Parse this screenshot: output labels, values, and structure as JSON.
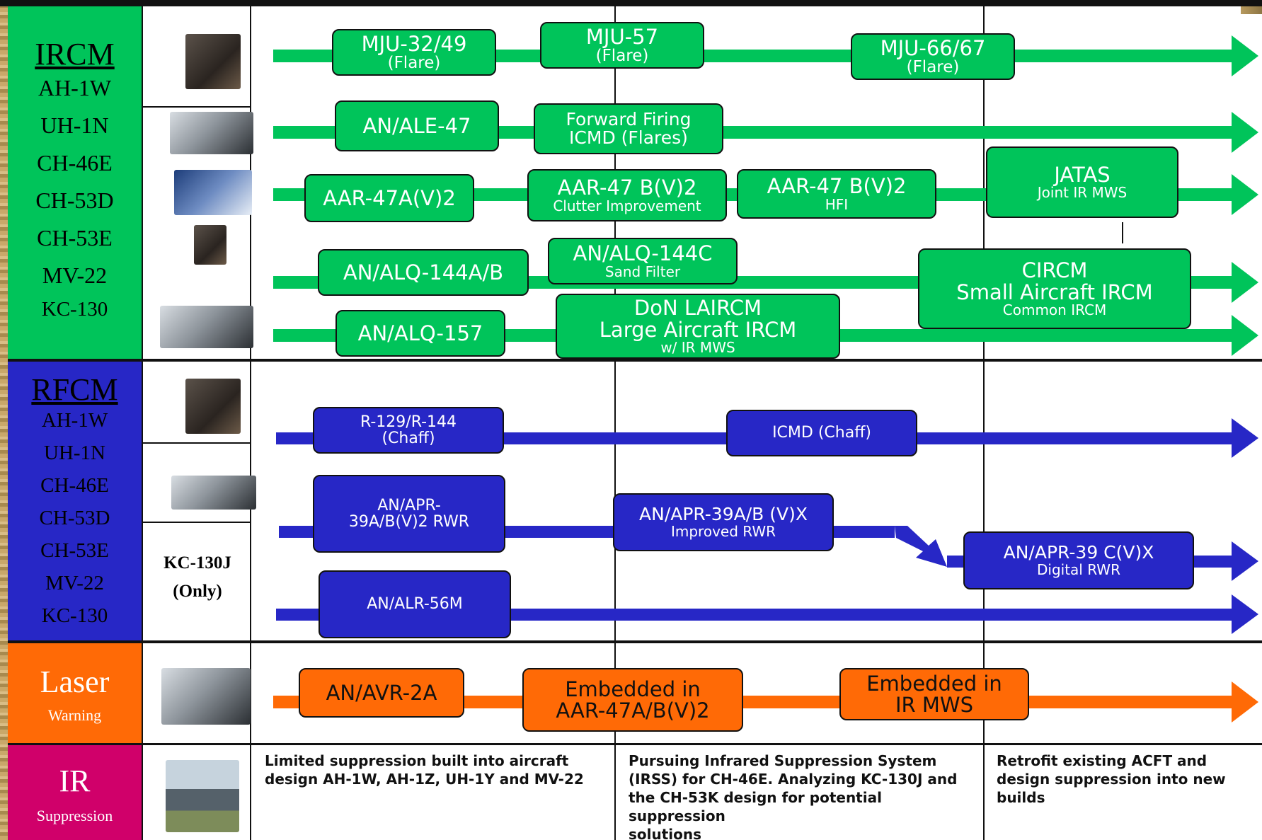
{
  "categories": {
    "ircm": {
      "title": "IRCM",
      "platforms": [
        "AH-1W",
        "UH-1N",
        "CH-46E",
        "CH-53D",
        "CH-53E",
        "MV-22",
        "KC-130"
      ],
      "color": "#00c45a"
    },
    "rfcm": {
      "title": "RFCM",
      "platforms": [
        "AH-1W",
        "UH-1N",
        "CH-46E",
        "CH-53D",
        "CH-53E",
        "MV-22",
        "KC-130"
      ],
      "color": "#2727c6"
    },
    "laser": {
      "title": "Laser",
      "subtitle": "Warning",
      "color": "#ff6a06"
    },
    "irs": {
      "title": "IR",
      "subtitle": "Suppression",
      "color": "#d0006a"
    }
  },
  "rfcm_row3_note": {
    "line1": "KC-130J",
    "line2": "(Only)"
  },
  "ircm_rows": [
    [
      {
        "line1": "MJU-32/49",
        "line2": "(Flare)"
      },
      {
        "line1": "MJU-57",
        "line2": "(Flare)"
      },
      {
        "line1": "MJU-66/67",
        "line2": "(Flare)"
      }
    ],
    [
      {
        "line1": "AN/ALE-47"
      },
      {
        "line1": "Forward Firing",
        "line2": "ICMD (Flares)"
      }
    ],
    [
      {
        "line1": "AAR-47A(V)2"
      },
      {
        "line1": "AAR-47 B(V)2",
        "line2": "Clutter Improvement"
      },
      {
        "line1": "AAR-47 B(V)2",
        "line2": "HFI"
      },
      {
        "line1": "JATAS",
        "line2": "Joint IR MWS"
      }
    ],
    [
      {
        "line1": "AN/ALQ-144A/B"
      },
      {
        "line1": "AN/ALQ-144C",
        "line2": "Sand Filter"
      },
      {
        "line1": "CIRCM",
        "line2": "Small Aircraft IRCM",
        "line3": "Common IRCM"
      }
    ],
    [
      {
        "line1": "AN/ALQ-157"
      },
      {
        "line1": "DoN LAIRCM",
        "line2": "Large Aircraft IRCM",
        "line3": "w/ IR MWS"
      }
    ]
  ],
  "rfcm_rows": [
    [
      {
        "line1": "R-129/R-144",
        "line2": "(Chaff)"
      },
      {
        "line1": "ICMD (Chaff)"
      }
    ],
    [
      {
        "line1": "AN/APR-",
        "line2": "39A/B(V)2 RWR"
      },
      {
        "line1": "AN/APR-39A/B (V)X",
        "line2": "Improved RWR"
      },
      {
        "line1": "AN/APR-39 C(V)X",
        "line2": "Digital RWR"
      }
    ],
    [
      {
        "line1": "AN/ALR-56M"
      }
    ]
  ],
  "laser_row": [
    {
      "line1": "AN/AVR-2A"
    },
    {
      "line1": "Embedded in",
      "line2": "AAR-47A/B(V)2"
    },
    {
      "line1": "Embedded in",
      "line2": "IR MWS"
    }
  ],
  "suppression_notes": [
    {
      "lines": [
        "Limited suppression built into aircraft",
        "design AH-1W, AH-1Z, UH-1Y and MV-22"
      ]
    },
    {
      "lines": [
        "Pursuing Infrared Suppression System",
        "(IRSS) for CH-46E.  Analyzing KC-130J and",
        "the CH-53K design for potential suppression",
        "solutions"
      ]
    },
    {
      "lines": [
        "Retrofit existing ACFT and",
        "design suppression into new",
        "builds"
      ]
    }
  ],
  "photos": [
    "ircm-flare-dispenser",
    "ircm-ale47-set",
    "ircm-aar47-set",
    "ircm-alq144",
    "ircm-alq157-set",
    "rfcm-chaff-dispenser",
    "rfcm-apr39-set",
    "laser-avr2a-set",
    "irs-helicopter"
  ]
}
